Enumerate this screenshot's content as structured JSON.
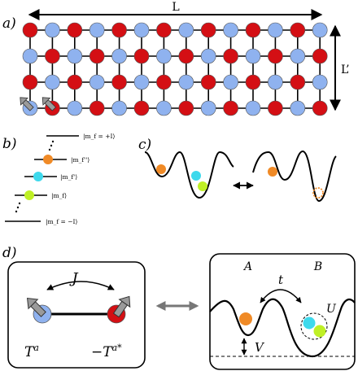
{
  "panel_labels": [
    "a)",
    "b)",
    "c)",
    "d)"
  ],
  "panel_a": {
    "length_label": "L",
    "width_label": "L’",
    "columns": 14,
    "rows": 4,
    "site_colors": {
      "red": "#d40f14",
      "blue": "#8fb2ef"
    }
  },
  "panel_b": {
    "levels": [
      {
        "label": "|m_f = +I⟩",
        "ball": null
      },
      {
        "label": "|m_f''⟩",
        "ball": "#f08a26"
      },
      {
        "label": "|m_f'⟩",
        "ball": "#3ed9ec"
      },
      {
        "label": "|m_f⟩",
        "ball": "#bff025"
      },
      {
        "label": "|m_f = −I⟩",
        "ball": null
      }
    ]
  },
  "panel_d": {
    "left": {
      "coupling_label": "J",
      "site_left_label": "T^a",
      "site_right_label": "−T^a*"
    },
    "right": {
      "site_a_label": "A",
      "site_b_label": "B",
      "tunneling_label": "t",
      "interaction_label": "U",
      "offset_label": "V"
    }
  },
  "colors": {
    "orange": "#f08a26",
    "cyan": "#3ed9ec",
    "lime": "#bff025",
    "red": "#d40f14",
    "blue": "#8fb2ef",
    "gray": "#808080"
  }
}
